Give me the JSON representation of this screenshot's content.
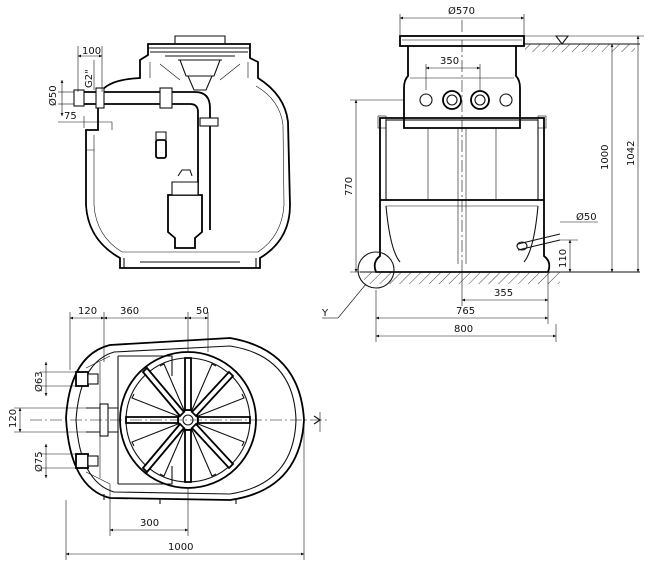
{
  "dimensions": {
    "side_view": {
      "d100": "100",
      "g2": "G2\"",
      "d50": "Ø50",
      "d75": "75"
    },
    "front_view": {
      "d570": "Ø570",
      "d350": "350",
      "d770": "770",
      "d1000": "1000",
      "d1042": "1042",
      "d50": "Ø50",
      "d110": "110",
      "d355": "355",
      "d765": "765",
      "d800": "800",
      "detail": "Y"
    },
    "top_view": {
      "d120": "120",
      "d360": "360",
      "d50": "50",
      "d63": "Ø63",
      "d120v": "120",
      "d75": "Ø75",
      "d300": "300",
      "d1000": "1000"
    }
  }
}
